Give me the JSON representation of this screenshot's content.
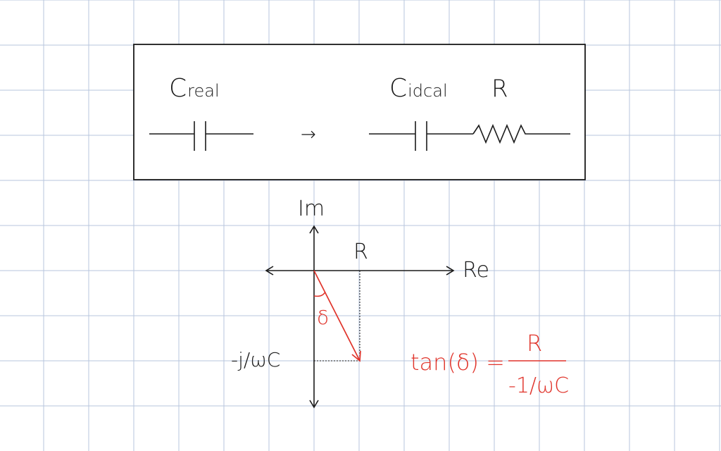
{
  "colors": {
    "grid": "#b7c6de",
    "ink": "#1a1a1a",
    "accent": "#e0342b",
    "paper": "#ffffff"
  },
  "circuit": {
    "real_label_main": "C",
    "real_label_sub": "real",
    "ideal_label_main": "C",
    "ideal_label_sub": "idcal",
    "resistor_label": "R",
    "arrow_symbol": "→"
  },
  "phasor": {
    "axis_im": "Im",
    "axis_re": "Re",
    "r_label": "R",
    "reactance_label": "-j/ωC",
    "delta_label": "δ"
  },
  "formula": {
    "lhs": "tan(δ) =",
    "numerator": "R",
    "denominator": "-1/ωC"
  }
}
